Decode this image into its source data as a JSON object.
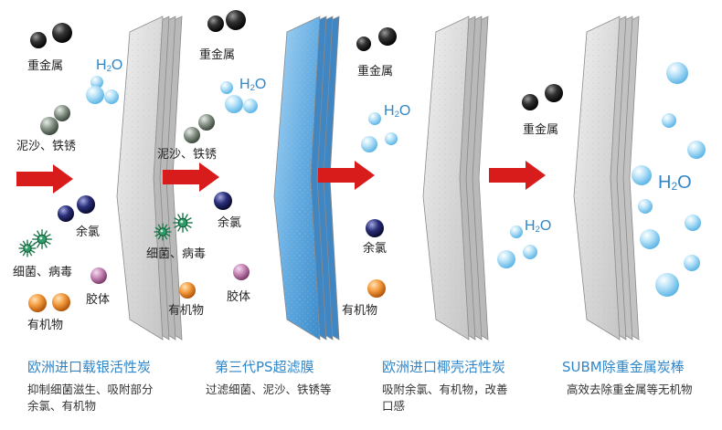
{
  "labels": {
    "heavy_metal": "重金属",
    "h2o_main": "H",
    "h2o_sub": "2",
    "h2o_tail": "O",
    "sand_rust": "泥沙、铁锈",
    "residual_chlorine": "余氯",
    "bacteria_virus": "细菌、病毒",
    "colloid": "胶体",
    "organic": "有机物"
  },
  "stages": [
    {
      "title": "欧洲进口载银活性炭",
      "desc_line1": "抑制细菌滋生、吸附部分",
      "desc_line2": "余氯、有机物"
    },
    {
      "title": "第三代PS超滤膜",
      "desc_line1": "过滤细菌、泥沙、铁锈等",
      "desc_line2": ""
    },
    {
      "title": "欧洲进口椰壳活性炭",
      "desc_line1": "吸附余氯、有机物，改善",
      "desc_line2": "口感"
    },
    {
      "title": "SUBM除重金属炭棒",
      "desc_line1": "高效去除重金属等无机物",
      "desc_line2": ""
    }
  ],
  "colors": {
    "arrow": "#d81c1c",
    "filter_gray": "#d9d9d9",
    "filter_blue": "#5ea8e0",
    "title_blue": "#2f86c8",
    "water_drop": "#8fd0f3"
  }
}
